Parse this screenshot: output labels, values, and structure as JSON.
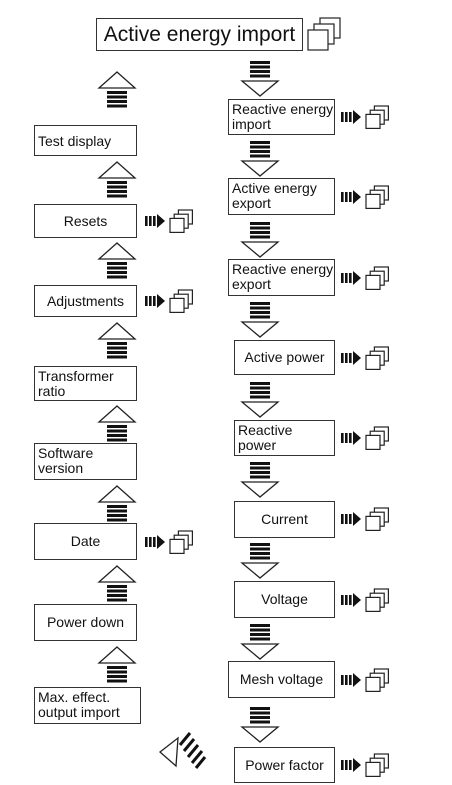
{
  "title": "Active energy import",
  "right_column": {
    "reactive_energy_import": "Reactive energy import",
    "active_energy_export": "Active energy export",
    "reactive_energy_export": "Reactive energy export",
    "active_power": "Active power",
    "reactive_power": "Reactive power",
    "current": "Current",
    "voltage": "Voltage",
    "mesh_voltage": "Mesh voltage",
    "power_factor": "Power factor"
  },
  "left_column": {
    "test_display": "Test display",
    "resets": "Resets",
    "adjustments": "Adjustments",
    "transformer_ratio": "Transformer ratio",
    "software_version": "Software version",
    "date": "Date",
    "power_down": "Power down",
    "max_effect_output_import": "Max. effect. output import"
  },
  "icons": {
    "down_arrow": "down-arrow-icon",
    "up_arrow": "up-arrow-icon",
    "submenu": "stacked-pages-icon",
    "enter": "enter-arrow-icon",
    "wrap": "diagonal-arrow-icon"
  }
}
